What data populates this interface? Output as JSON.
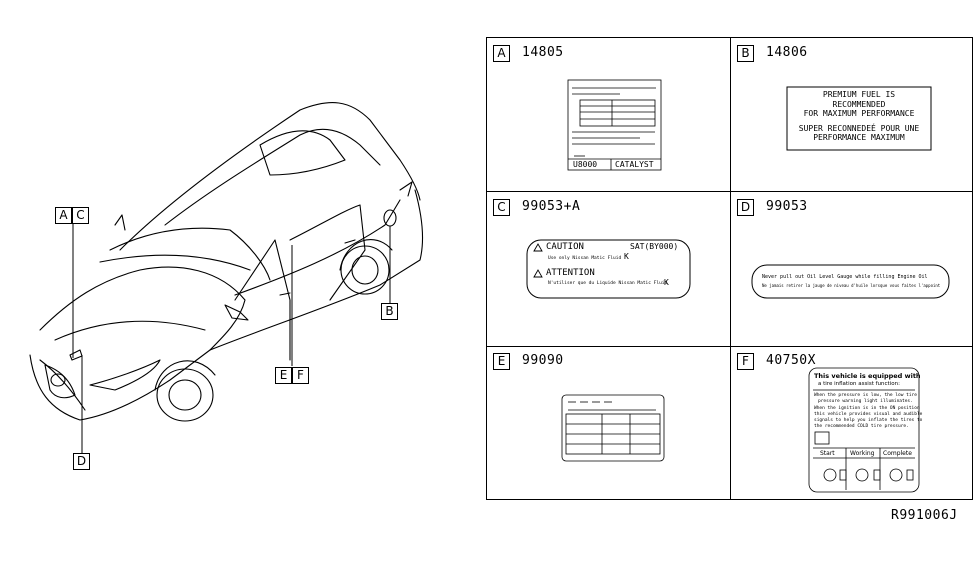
{
  "diagram": {
    "ref_code": "R991006J",
    "callouts": {
      "a": "A",
      "b": "B",
      "c": "C",
      "d": "D",
      "e": "E",
      "f": "F"
    },
    "panels": [
      {
        "letter": "A",
        "part": "14805"
      },
      {
        "letter": "B",
        "part": "14806"
      },
      {
        "letter": "C",
        "part": "99053+A"
      },
      {
        "letter": "D",
        "part": "99053"
      },
      {
        "letter": "E",
        "part": "99090"
      },
      {
        "letter": "F",
        "part": "40750X"
      }
    ],
    "label_a": {
      "footer_left": "U8000",
      "footer_right": "CATALYST"
    },
    "label_b": {
      "line1": "PREMIUM FUEL IS",
      "line2": "RECOMMENDED",
      "line3": "FOR MAXIMUM PERFORMANCE",
      "line4": "SUPER RECONNEDEÉ POUR UNE",
      "line5": "PERFORMANCE MAXIMUM"
    },
    "label_c": {
      "caution": "CAUTION",
      "code": "SAT(BY000)",
      "caution_text": "Use only Nissan Matic Fluid",
      "caution_suffix": "K",
      "attention": "ATTENTION",
      "attention_text": "N'utiliser que du Liquide Nissan Matic Fluid",
      "attention_suffix": "K"
    },
    "label_d": {
      "line1": "Never pull out Oil Level Gauge while filling Engine Oil",
      "line2": "Ne jamais retirer la jauge de niveau d'huile lorsque vous faites l'appoint"
    },
    "label_f": {
      "heading1": "This vehicle is equipped with",
      "heading2": "a tire inflation assist function:",
      "body1": "When the pressure is low, the low tire",
      "body2": "pressure warning light illuminates.",
      "body3": "When the ignition is in the ON position",
      "body4": "this vehicle provides visual and audible",
      "body5": "signals to help you inflate the tires to",
      "body6": "the recommended COLD tire pressure.",
      "step1": "Start",
      "step2": "Working",
      "step3": "Complete"
    }
  }
}
